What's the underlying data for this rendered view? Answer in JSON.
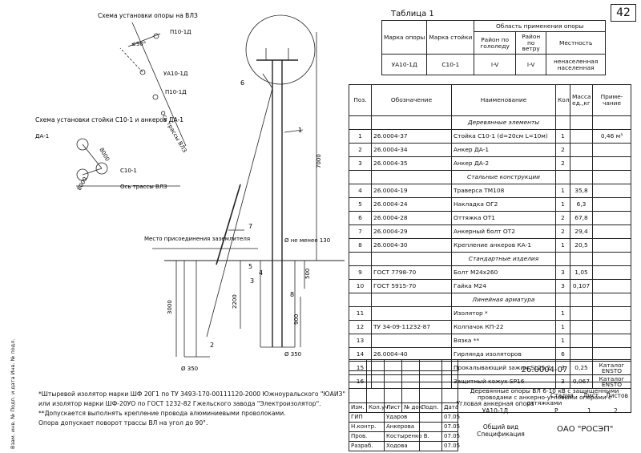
{
  "page_number": "42",
  "table1": {
    "title": "Таблица 1",
    "col_mark_pole": "Марка опоры",
    "col_mark_rack": "Марка стойки",
    "col_application": "Область применения опоры",
    "col_region_ice": "Район по гололеду",
    "col_region_wind": "Район по ветру",
    "col_locality": "Местность",
    "row": {
      "mark_pole": "УА10-1Д",
      "mark_rack": "С10-1",
      "ice": "I-V",
      "wind": "I-V",
      "locality": "ненаселенная населенная"
    }
  },
  "spec": {
    "headers": {
      "pos": "Поз.",
      "designation": "Обозначение",
      "name": "Наименование",
      "qty": "Кол.",
      "mass": "Масса ед.,кг",
      "note": "Приме-чание"
    },
    "rows": [
      {
        "type": "section",
        "name": "Деревянные элементы"
      },
      {
        "pos": "1",
        "designation": "26.0004-37",
        "name": "Стойка С10-1 (d=20см L=10м)",
        "qty": "1",
        "mass": "",
        "note": "0,46 м³"
      },
      {
        "pos": "2",
        "designation": "26.0004-34",
        "name": "Анкер ДА-1",
        "qty": "2",
        "mass": "",
        "note": ""
      },
      {
        "pos": "3",
        "designation": "26.0004-35",
        "name": "Анкер ДА-2",
        "qty": "2",
        "mass": "",
        "note": ""
      },
      {
        "type": "section",
        "name": "Стальные конструкции"
      },
      {
        "pos": "4",
        "designation": "26.0004-19",
        "name": "Траверса ТМ108",
        "qty": "1",
        "mass": "35,8",
        "note": ""
      },
      {
        "pos": "5",
        "designation": "26.0004-24",
        "name": "Накладка ОГ2",
        "qty": "1",
        "mass": "6,3",
        "note": ""
      },
      {
        "pos": "6",
        "designation": "26.0004-28",
        "name": "Оттяжка ОТ1",
        "qty": "2",
        "mass": "67,8",
        "note": ""
      },
      {
        "pos": "7",
        "designation": "26.0004-29",
        "name": "Анкерный болт ОТ2",
        "qty": "2",
        "mass": "29,4",
        "note": ""
      },
      {
        "pos": "8",
        "designation": "26.0004-30",
        "name": "Крепление анкеров КА-1",
        "qty": "1",
        "mass": "20,5",
        "note": ""
      },
      {
        "type": "section",
        "name": "Стандартные изделия"
      },
      {
        "pos": "9",
        "designation": "ГОСТ 7798-70",
        "name": "Болт М24х260",
        "qty": "3",
        "mass": "1,05",
        "note": ""
      },
      {
        "pos": "10",
        "designation": "ГОСТ 5915-70",
        "name": "Гайка М24",
        "qty": "3",
        "mass": "0,107",
        "note": ""
      },
      {
        "type": "section",
        "name": "Линейная арматура"
      },
      {
        "pos": "11",
        "designation": "",
        "name": "Изолятор *",
        "qty": "1",
        "mass": "",
        "note": ""
      },
      {
        "pos": "12",
        "designation": "ТУ 34-09-11232-87",
        "name": "Колпачок КП-22",
        "qty": "1",
        "mass": "",
        "note": ""
      },
      {
        "pos": "13",
        "designation": "",
        "name": "Вязка **",
        "qty": "1",
        "mass": "",
        "note": ""
      },
      {
        "pos": "14",
        "designation": "26.0004-40",
        "name": "Гирлянда изоляторов",
        "qty": "6",
        "mass": "",
        "note": ""
      },
      {
        "pos": "15",
        "designation": "",
        "name": "Прокалывающий зажим SL25.2",
        "qty": "3",
        "mass": "0,25",
        "note": "Каталог ENSTO"
      },
      {
        "pos": "16",
        "designation": "",
        "name": "Защитный кожух SP16",
        "qty": "3",
        "mass": "0,067",
        "note": "Каталог ENSTO"
      }
    ]
  },
  "title_block": {
    "doc_code": "26.0004-07",
    "doc_title": "Деревянные опоры ВЛ 6-10 кВ с защищенными проводами с анкерно-угловыми опорами с оттяжками",
    "sheet_title": "Угловая анкерная опора УА10-1Д",
    "stage_label": "Стадия",
    "sheet_label": "Лист",
    "sheets_label": "Листов",
    "stage": "Р",
    "sheet": "1",
    "sheets": "2",
    "view": "Общий вид Спецификация",
    "org": "ОАО \"РОСЭП\"",
    "change_headers": [
      "Изм.",
      "Кол.уч",
      "Лист",
      "№ док.",
      "Подп.",
      "Дата"
    ],
    "people": [
      {
        "role": "ГИП",
        "name": "Ударов",
        "date": "07.05"
      },
      {
        "role": "Н.контр.",
        "name": "Анкерова",
        "date": "07.05"
      },
      {
        "role": "Пров.",
        "name": "Костыренко В.",
        "date": "07.05"
      },
      {
        "role": "Разраб.",
        "name": "Ходова",
        "date": "07.05"
      }
    ]
  },
  "notes": [
    "*Штыревой изолятор марки ШФ 20Г1 по ТУ 3493-170-00111120-2000 Южноуральского \"ЮАИЗ\"",
    "   или изолятор марки ШФ-20УО  по ГОСТ 1232-82 Гжельского завода \"Электроизолятор\".",
    "**Допускается выполнять крепление провода алюминиевыми проволоками.",
    "   Опора допускает поворот трассы ВЛ на угол до 90°."
  ],
  "drawing": {
    "scheme1_title": "Схема установки опоры на ВЛЗ",
    "scheme2_title": "Схема установки стойки С10-1 и анкеров ДА-1",
    "lbl_p10_top": "П10-1Д",
    "lbl_ua10": "УА10-1Д",
    "lbl_p10_bot": "П10-1Д",
    "lbl_angle": "≤90°",
    "lbl_axis_vlz": "Ось трассы ВЛЗ",
    "lbl_axis_vlz2": "Ось трассы ВЛЗ",
    "lbl_da1": "ДА-1",
    "lbl_c10": "С10-1",
    "lbl_8000a": "8000",
    "lbl_8000b": "8000",
    "lbl_ground": "Место присоединения заземлителя",
    "lbl_dia_min": "Ø не менее 130",
    "lbl_7000": "7000",
    "lbl_3000": "3000",
    "lbl_2200": "2200",
    "lbl_500": "500",
    "lbl_900": "900",
    "lbl_d350a": "Ø 350",
    "lbl_d350b": "Ø 350",
    "callouts": [
      "1",
      "2",
      "3",
      "4",
      "5",
      "6",
      "7",
      "8"
    ],
    "side_text": "Взам. инв. №   Подп. и дата   Инв. № подл."
  }
}
